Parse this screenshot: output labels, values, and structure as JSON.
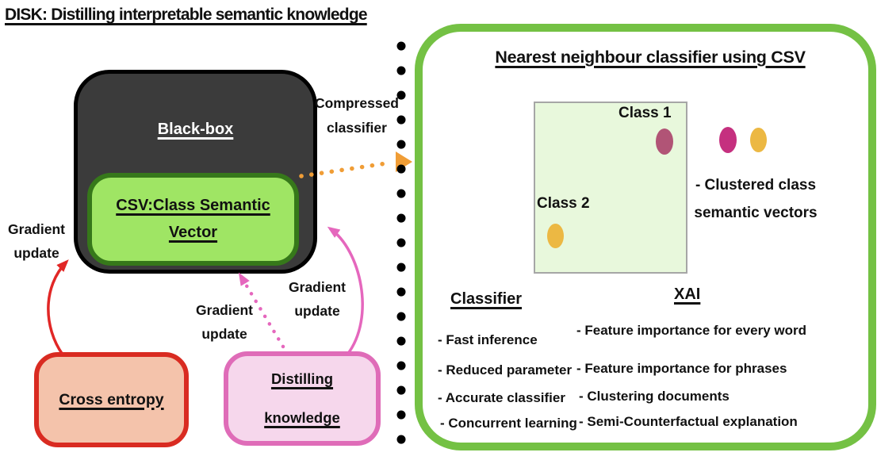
{
  "title": "DISK: Distilling interpretable semantic knowledge",
  "pipeline": {
    "black_box": "Black-box",
    "csv_line1": "CSV:Class Semantic",
    "csv_line2": "Vector",
    "compressed_line1": "Compressed",
    "compressed_line2": "classifier",
    "gradient_left": {
      "line1": "Gradient",
      "line2": "update"
    },
    "gradient_mid": {
      "line1": "Gradient",
      "line2": "update"
    },
    "gradient_right": {
      "line1": "Gradient",
      "line2": "update"
    },
    "cross_entropy": "Cross entropy",
    "distilling_line1": "Distilling",
    "distilling_line2": "knowledge"
  },
  "panel": {
    "title": "Nearest neighbour classifier using CSV",
    "class1": "Class 1",
    "class2": "Class 2",
    "clustered_line1": "- Clustered class",
    "clustered_line2": "semantic vectors",
    "classifier_heading": "Classifier",
    "classifier_items": [
      "- Fast inference",
      "- Reduced parameter",
      "- Accurate classifier",
      "-  Concurrent learning"
    ],
    "xai_heading": "XAI",
    "xai_items": [
      "- Feature importance for every word",
      "- Feature importance for phrases",
      "- Clustering documents",
      "- Semi-Counterfactual explanation"
    ]
  },
  "colors": {
    "black_box_fill": "#3b3b3b",
    "csv_fill": "#9fe564",
    "csv_border": "#36781a",
    "cross_entropy_fill": "#f4c3ab",
    "cross_entropy_border": "#d92b21",
    "distilling_fill": "#f6d7ec",
    "distilling_border": "#df6cb8",
    "panel_border": "#74c144",
    "scatter_fill": "#e8f8dc",
    "class1_dot": "#b15476",
    "class2_dot": "#ecb843",
    "cluster_magenta_dot": "#c5307f",
    "cluster_yellow_dot": "#ecb843",
    "arrow_orange": "#f09d36",
    "arrow_red": "#e12726",
    "arrow_pink": "#e567bd",
    "divider_dots": "#000000"
  }
}
